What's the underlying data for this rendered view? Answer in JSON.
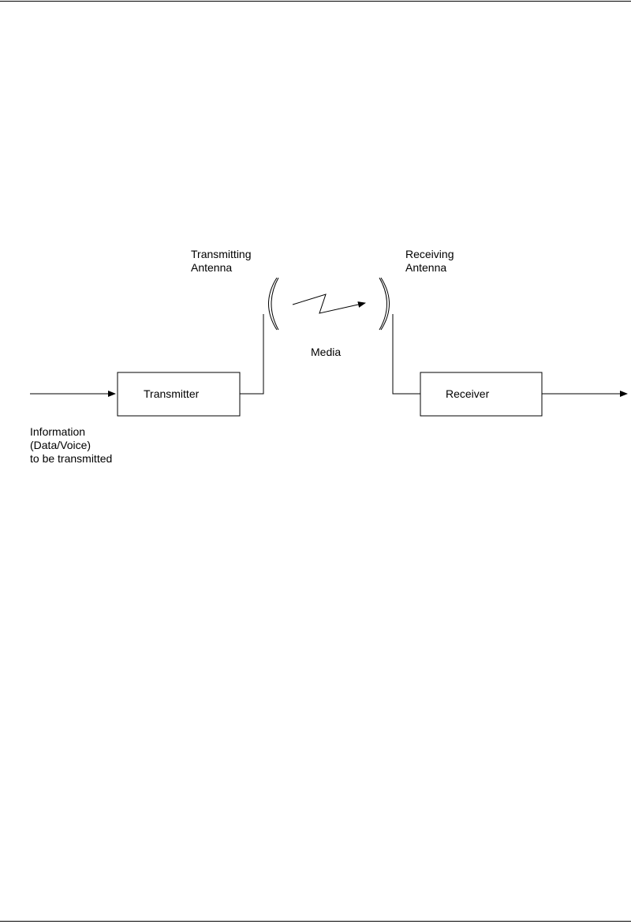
{
  "diagram": {
    "transmitting_antenna": {
      "line1": "Transmitting",
      "line2": "Antenna"
    },
    "receiving_antenna": {
      "line1": "Receiving",
      "line2": "Antenna"
    },
    "media_label": "Media",
    "transmitter_label": "Transmitter",
    "receiver_label": "Receiver",
    "input_label": {
      "line1": "Information",
      "line2": "(Data/Voice)",
      "line3": "to be transmitted"
    }
  }
}
